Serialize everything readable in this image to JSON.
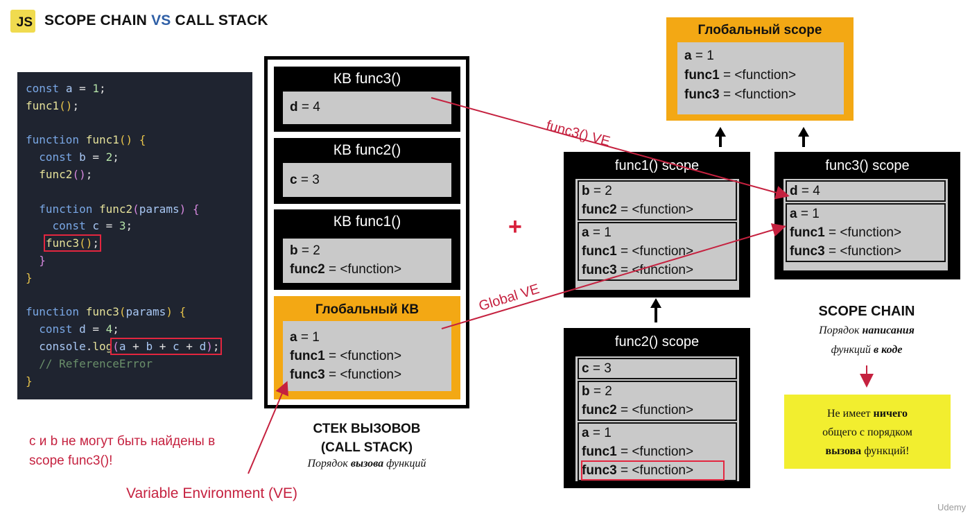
{
  "header": {
    "badge": "JS",
    "left": "SCOPE CHAIN",
    "vs": "VS",
    "right": "CALL STACK"
  },
  "code": {
    "lines": [
      "const a = 1;",
      "func1();",
      "",
      "function func1() {",
      "  const b = 2;",
      "  func2();",
      "",
      "  function func2(params) {",
      "    const c = 3;",
      "    func3();",
      "  }",
      "}",
      "",
      "function func3(params) {",
      "  const d = 4;",
      "  console.log(a + b + c + d);",
      "  // ReferenceError",
      "}"
    ]
  },
  "call_stack": {
    "frames": [
      {
        "title": "КВ func3()",
        "rows": [
          {
            "name": "d",
            "value": " = 4"
          }
        ]
      },
      {
        "title": "КВ func2()",
        "rows": [
          {
            "name": "c",
            "value": " = 3"
          }
        ]
      },
      {
        "title": "КВ func1()",
        "rows": [
          {
            "name": "b",
            "value": " = 2"
          },
          {
            "name": "func2",
            "value": " = <function>"
          }
        ]
      },
      {
        "title": "Глобальный КВ",
        "rows": [
          {
            "name": "a",
            "value": " = 1"
          },
          {
            "name": "func1",
            "value": " = <function>"
          },
          {
            "name": "func3",
            "value": " = <function>"
          }
        ]
      }
    ],
    "caption_line1": "СТЕК ВЫЗОВОВ",
    "caption_line2": "(CALL STACK)",
    "caption_sub_pre": "Порядок ",
    "caption_sub_bold": "вызова",
    "caption_sub_post": " функций"
  },
  "plus": "+",
  "global_scope": {
    "title": "Глобальный scope",
    "rows": [
      {
        "name": "a",
        "value": " = 1"
      },
      {
        "name": "func1",
        "value": " = <function>"
      },
      {
        "name": "func3",
        "value": " = <function>"
      }
    ]
  },
  "func1_scope": {
    "title": "func1() scope",
    "cells": [
      [
        {
          "name": "b",
          "value": " = 2"
        },
        {
          "name": "func2",
          "value": " = <function>"
        }
      ],
      [
        {
          "name": "a",
          "value": " = 1"
        },
        {
          "name": "func1",
          "value": " = <function>"
        },
        {
          "name": "func3",
          "value": " = <function>"
        }
      ]
    ]
  },
  "func3_scope": {
    "title": "func3() scope",
    "cells": [
      [
        {
          "name": "d",
          "value": " = 4"
        }
      ],
      [
        {
          "name": "a",
          "value": " = 1"
        },
        {
          "name": "func1",
          "value": " = <function>"
        },
        {
          "name": "func3",
          "value": " = <function>"
        }
      ]
    ]
  },
  "func2_scope": {
    "title": "func2() scope",
    "cells": [
      [
        {
          "name": "c",
          "value": " = 3"
        }
      ],
      [
        {
          "name": "b",
          "value": " = 2"
        },
        {
          "name": "func2",
          "value": " = <function>"
        }
      ],
      [
        {
          "name": "a",
          "value": " = 1"
        },
        {
          "name": "func1",
          "value": " = <function>"
        },
        {
          "name": "func3",
          "value": " = <function>"
        }
      ]
    ]
  },
  "arrow_labels": {
    "func3_ve": "func3() VE",
    "global_ve": "Global VE"
  },
  "scope_chain": {
    "title": "SCOPE CHAIN",
    "sub_pre": "Порядок ",
    "sub_bold": "написания",
    "sub_line2_pre": "функций ",
    "sub_line2_bold": "в коде"
  },
  "yellow_note": {
    "l1_pre": "Не имеет ",
    "l1_bold": "ничего",
    "l2": "общего с порядком",
    "l3_bold": "вызова",
    "l3_post": " функций!"
  },
  "red_note": {
    "line1": "c и b не могут быть найдены в",
    "line2": "scope func3()!"
  },
  "ve_label": "Variable Environment (VE)",
  "watermark": "Udemy",
  "colors": {
    "accent_red": "#c5213f",
    "js_yellow": "#f0db4f",
    "global_orange": "#f3a814",
    "note_yellow": "#f2ee2f",
    "vs_blue": "#2f5fa6"
  }
}
